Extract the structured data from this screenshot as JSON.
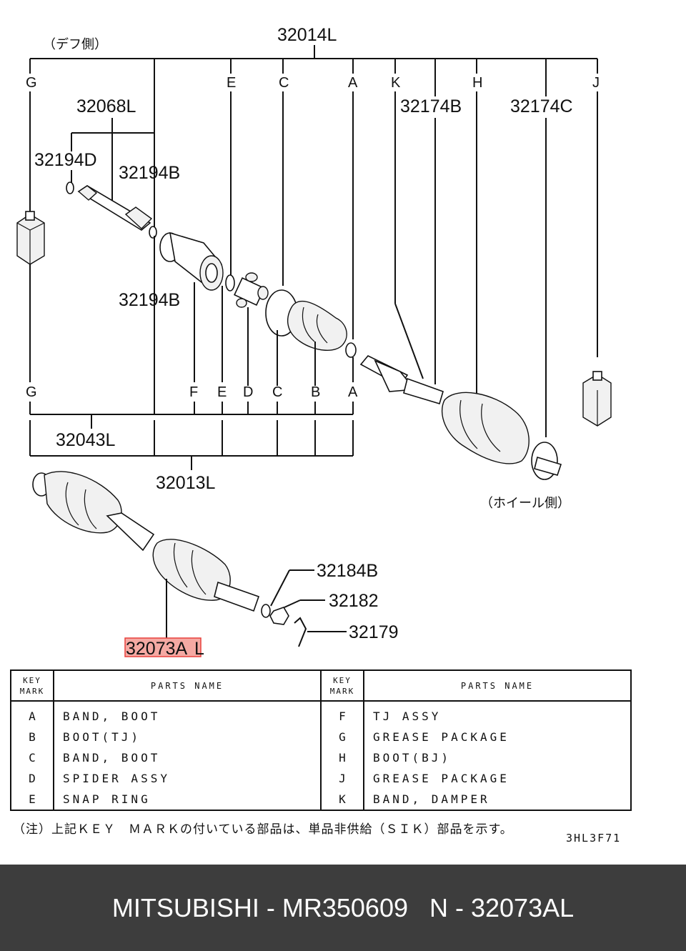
{
  "diagram": {
    "side_labels": {
      "diff": "（デフ側）",
      "wheel": "（ホイール側）"
    },
    "part_numbers": {
      "p32014L": "32014L",
      "p32068L": "32068L",
      "p32194D": "32194D",
      "p32194B_top": "32194B",
      "p32194B_mid": "32194B",
      "p32174B": "32174B",
      "p32174C": "32174C",
      "p32043L": "32043L",
      "p32013L": "32013L",
      "p32184B": "32184B",
      "p32182": "32182",
      "p32179": "32179",
      "p32073AL_main": "32073A",
      "p32073AL_suffix": "L"
    },
    "top_marks": [
      "G",
      "E",
      "C",
      "A",
      "K",
      "H",
      "J"
    ],
    "bottom_marks": [
      "G",
      "F",
      "E",
      "D",
      "C",
      "B",
      "A"
    ],
    "highlight_color": "#e8413c"
  },
  "table": {
    "header_key": [
      "KEY",
      "MARK"
    ],
    "header_name": "PARTS NAME",
    "left_rows": [
      {
        "key": "A",
        "name": "BAND, BOOT"
      },
      {
        "key": "B",
        "name": "BOOT(TJ)"
      },
      {
        "key": "C",
        "name": "BAND, BOOT"
      },
      {
        "key": "D",
        "name": "SPIDER ASSY"
      },
      {
        "key": "E",
        "name": "SNAP RING"
      }
    ],
    "right_rows": [
      {
        "key": "F",
        "name": "TJ ASSY"
      },
      {
        "key": "G",
        "name": "GREASE PACKAGE"
      },
      {
        "key": "H",
        "name": "BOOT(BJ)"
      },
      {
        "key": "J",
        "name": "GREASE PACKAGE"
      },
      {
        "key": "K",
        "name": "BAND, DAMPER"
      }
    ]
  },
  "note": "（注）上記ＫＥＹ　ＭＡＲＫの付いている部品は、単品非供給（ＳＩＫ）部品を示す。",
  "diagram_code": "3HL3F71",
  "footer": "MITSUBISHI - MR350609   N - 32073AL"
}
